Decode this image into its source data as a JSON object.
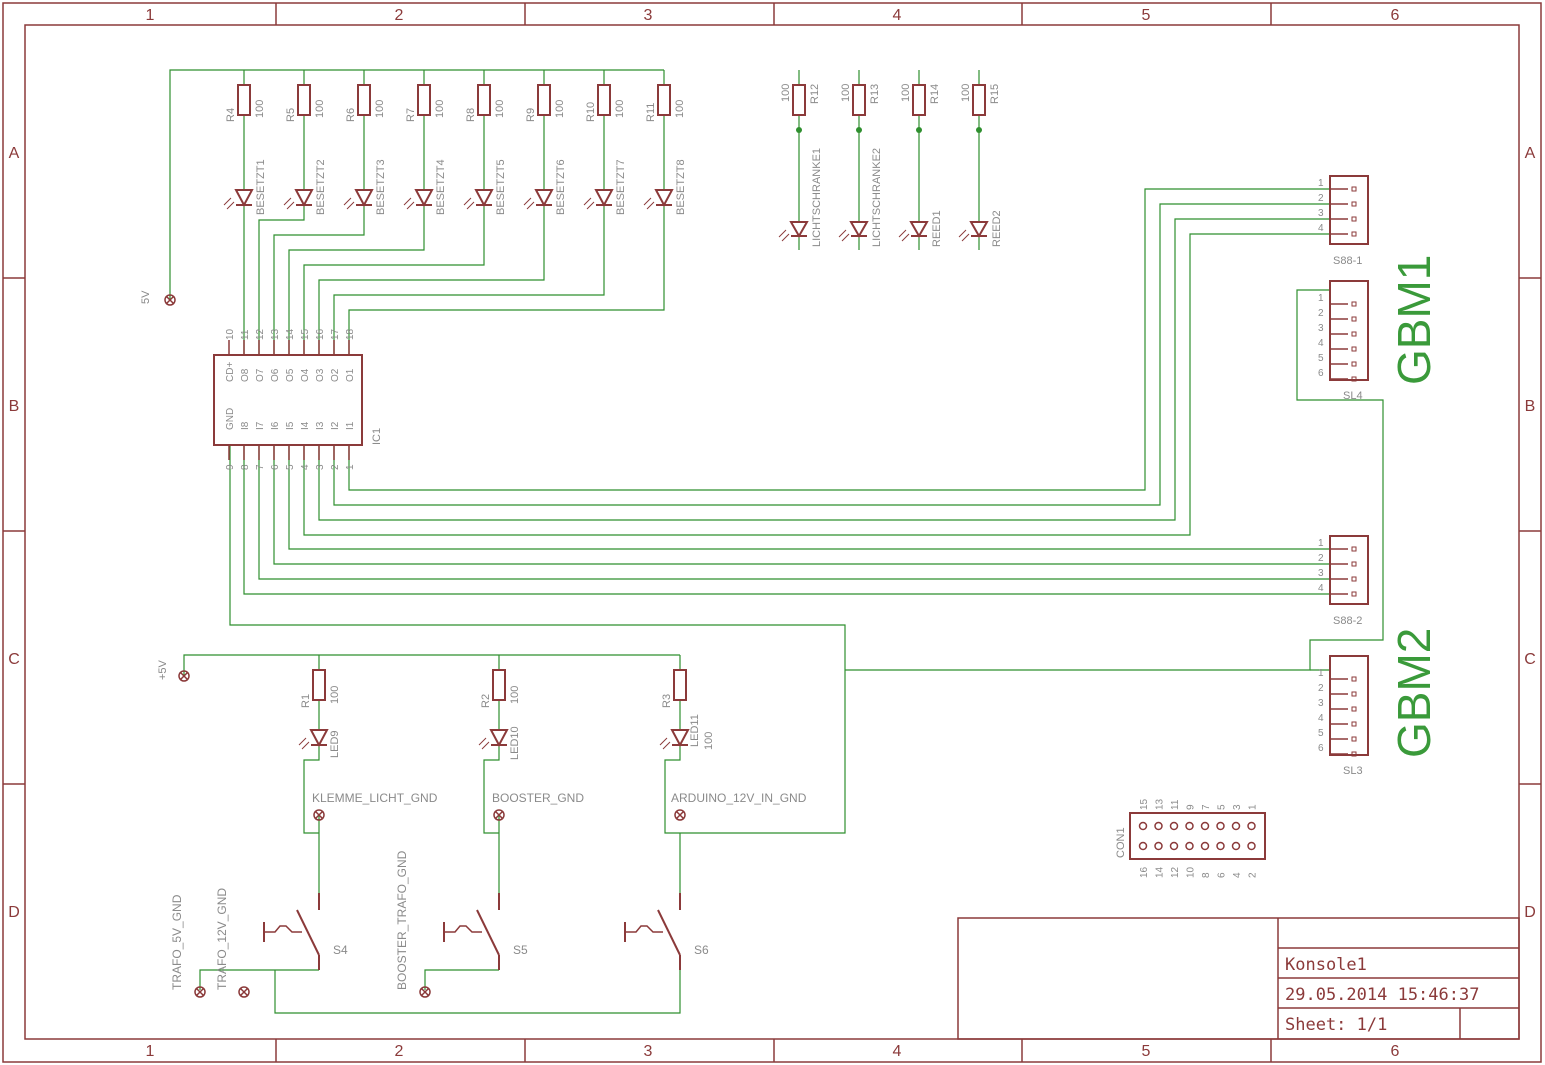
{
  "frame": {
    "columns": [
      "1",
      "2",
      "3",
      "4",
      "5",
      "6"
    ],
    "rows": [
      "A",
      "B",
      "C",
      "D"
    ]
  },
  "title_block": {
    "name": "Konsole1",
    "datetime": "29.05.2014 15:46:37",
    "sheet": "Sheet: 1/1"
  },
  "groups": {
    "gbm1": "GBM1",
    "gbm2": "GBM2"
  },
  "supply": {
    "top": "5V",
    "left": "+5V"
  },
  "resistors_top": [
    {
      "name": "R4",
      "value": "100"
    },
    {
      "name": "R5",
      "value": "100"
    },
    {
      "name": "R6",
      "value": "100"
    },
    {
      "name": "R7",
      "value": "100"
    },
    {
      "name": "R8",
      "value": "100"
    },
    {
      "name": "R9",
      "value": "100"
    },
    {
      "name": "R10",
      "value": "100"
    },
    {
      "name": "R11",
      "value": "100"
    }
  ],
  "leds_top": [
    "BESETZT1",
    "BESETZT2",
    "BESETZT3",
    "BESETZT4",
    "BESETZT5",
    "BESETZT6",
    "BESETZT7",
    "BESETZT8"
  ],
  "resistors_right": [
    {
      "name": "R12",
      "value": "100",
      "led": "LICHTSCHRANKE1"
    },
    {
      "name": "R13",
      "value": "100",
      "led": "LICHTSCHRANKE2"
    },
    {
      "name": "R14",
      "value": "100",
      "led": "REED1"
    },
    {
      "name": "R15",
      "value": "100",
      "led": "REED2"
    }
  ],
  "ic1": {
    "name": "IC1",
    "top_pins": [
      "10",
      "11",
      "12",
      "13",
      "14",
      "15",
      "16",
      "17",
      "18"
    ],
    "top_labels": [
      "CD+",
      "O8",
      "O7",
      "O6",
      "O5",
      "O4",
      "O3",
      "O2",
      "O1"
    ],
    "bottom_pins": [
      "9",
      "8",
      "7",
      "6",
      "5",
      "4",
      "3",
      "2",
      "1"
    ],
    "bottom_labels": [
      "GND",
      "I8",
      "I7",
      "I6",
      "I5",
      "I4",
      "I3",
      "I2",
      "I1"
    ]
  },
  "connectors": {
    "s88_1": {
      "name": "S88-1",
      "pins": [
        "1",
        "2",
        "3",
        "4"
      ]
    },
    "sl4": {
      "name": "SL4",
      "pins": [
        "1",
        "2",
        "3",
        "4",
        "5",
        "6"
      ]
    },
    "s88_2": {
      "name": "S88-2",
      "pins": [
        "1",
        "2",
        "3",
        "4"
      ]
    },
    "sl3": {
      "name": "SL3",
      "pins": [
        "1",
        "2",
        "3",
        "4",
        "5",
        "6"
      ]
    },
    "con1": {
      "name": "CON1",
      "top_pins": [
        "15",
        "13",
        "11",
        "9",
        "7",
        "5",
        "3",
        "1"
      ],
      "bottom_pins": [
        "16",
        "14",
        "12",
        "10",
        "8",
        "6",
        "4",
        "2"
      ]
    }
  },
  "lower": {
    "r1": {
      "name": "R1",
      "value": "100"
    },
    "r2": {
      "name": "R2",
      "value": "100"
    },
    "r3": {
      "name": "R3",
      "value": "100"
    },
    "led9": "LED9",
    "led10": "LED10",
    "led11": "LED11",
    "led11_value": "100",
    "gnd1": "KLEMME_LICHT_GND",
    "gnd2": "BOOSTER_GND",
    "gnd3": "ARDUINO_12V_IN_GND",
    "s4": "S4",
    "s5": "S5",
    "s6": "S6",
    "trafo5": "TRAFO_5V_GND",
    "trafo12": "TRAFO_12V_GND",
    "booster_trafo": "BOOSTER_TRAFO_GND"
  }
}
